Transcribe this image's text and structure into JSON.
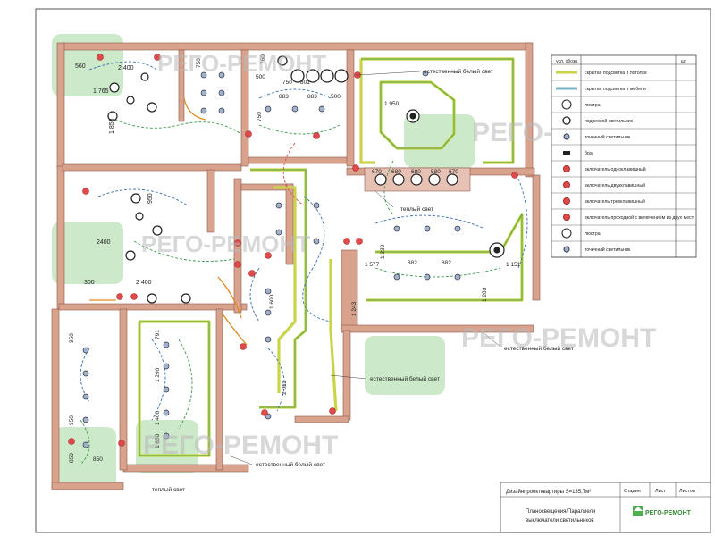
{
  "watermark": {
    "text": "РЕГО-РЕМОНТ"
  },
  "rooms": {
    "living_dims": [
      "560",
      "2 400",
      "1 765",
      "1 858"
    ],
    "bedroom_dims": [
      "950",
      "2400",
      "2 400",
      "300"
    ],
    "hall_dims": [
      "750",
      "801",
      "760",
      "500",
      "883",
      "883",
      "500",
      "750",
      "750",
      "1 950",
      "1 600"
    ],
    "kitchen_dims": [
      "670",
      "680",
      "680",
      "580",
      "670",
      "1 330",
      "1 577",
      "882",
      "882",
      "1 151",
      "1 203",
      "1 243"
    ],
    "left_bottom_dims": [
      "950",
      "950",
      "850",
      "850"
    ],
    "middle_bottom_dims": [
      "791",
      "1 290",
      "1 400",
      "1 650",
      "2 011"
    ]
  },
  "annotations": {
    "natural_white_light": "естественный белый свет",
    "warm_light": "теплый свет",
    "warm_light_bottom": "теплый свет",
    "natural_white_top": "естественный белый свет",
    "natural_white_right": "естественный белый свет",
    "natural_white_mid": "естественный белый свет",
    "natural_white_bottom": "естественный белый свет"
  },
  "legend": {
    "header_col1": "усл. обозн.",
    "header_col2": "шт",
    "items": [
      {
        "label": "скрытая подсветка в потолке",
        "color": "#c9d44a"
      },
      {
        "label": "скрытая подсветка в мебели",
        "color": "#7ab3c8"
      },
      {
        "label": "люстра"
      },
      {
        "label": "подвесной светильник"
      },
      {
        "label": "точечный светильник"
      },
      {
        "label": "бра"
      },
      {
        "label": "включатель одноклавишный"
      },
      {
        "label": "включатель двухклавишный"
      },
      {
        "label": "включатель трехклавишный"
      },
      {
        "label": "включатель проходной с включением из двух мест"
      },
      {
        "label": "люстра"
      },
      {
        "label": "точечный светильник"
      }
    ]
  },
  "title_block": {
    "project": "Дизайнпроектквартиры S=135,7м²",
    "cols": [
      "Стадия",
      "Лист",
      "Листов"
    ],
    "sheet_title_1": "Планосвещения/Параллели",
    "sheet_title_2": "выключатели светильников",
    "company": "РЕГО-РЕМОНТ"
  },
  "colors": {
    "wall": "#d9a28c",
    "led_ceiling": "#c9d44a",
    "led_furniture": "#7ab3c8",
    "switch": "#e04a4a",
    "wire_blue": "#3a6fb0",
    "wire_green": "#3a9a4a",
    "wire_orange": "#e08a1e",
    "watermark_green": "#8fd08a"
  }
}
